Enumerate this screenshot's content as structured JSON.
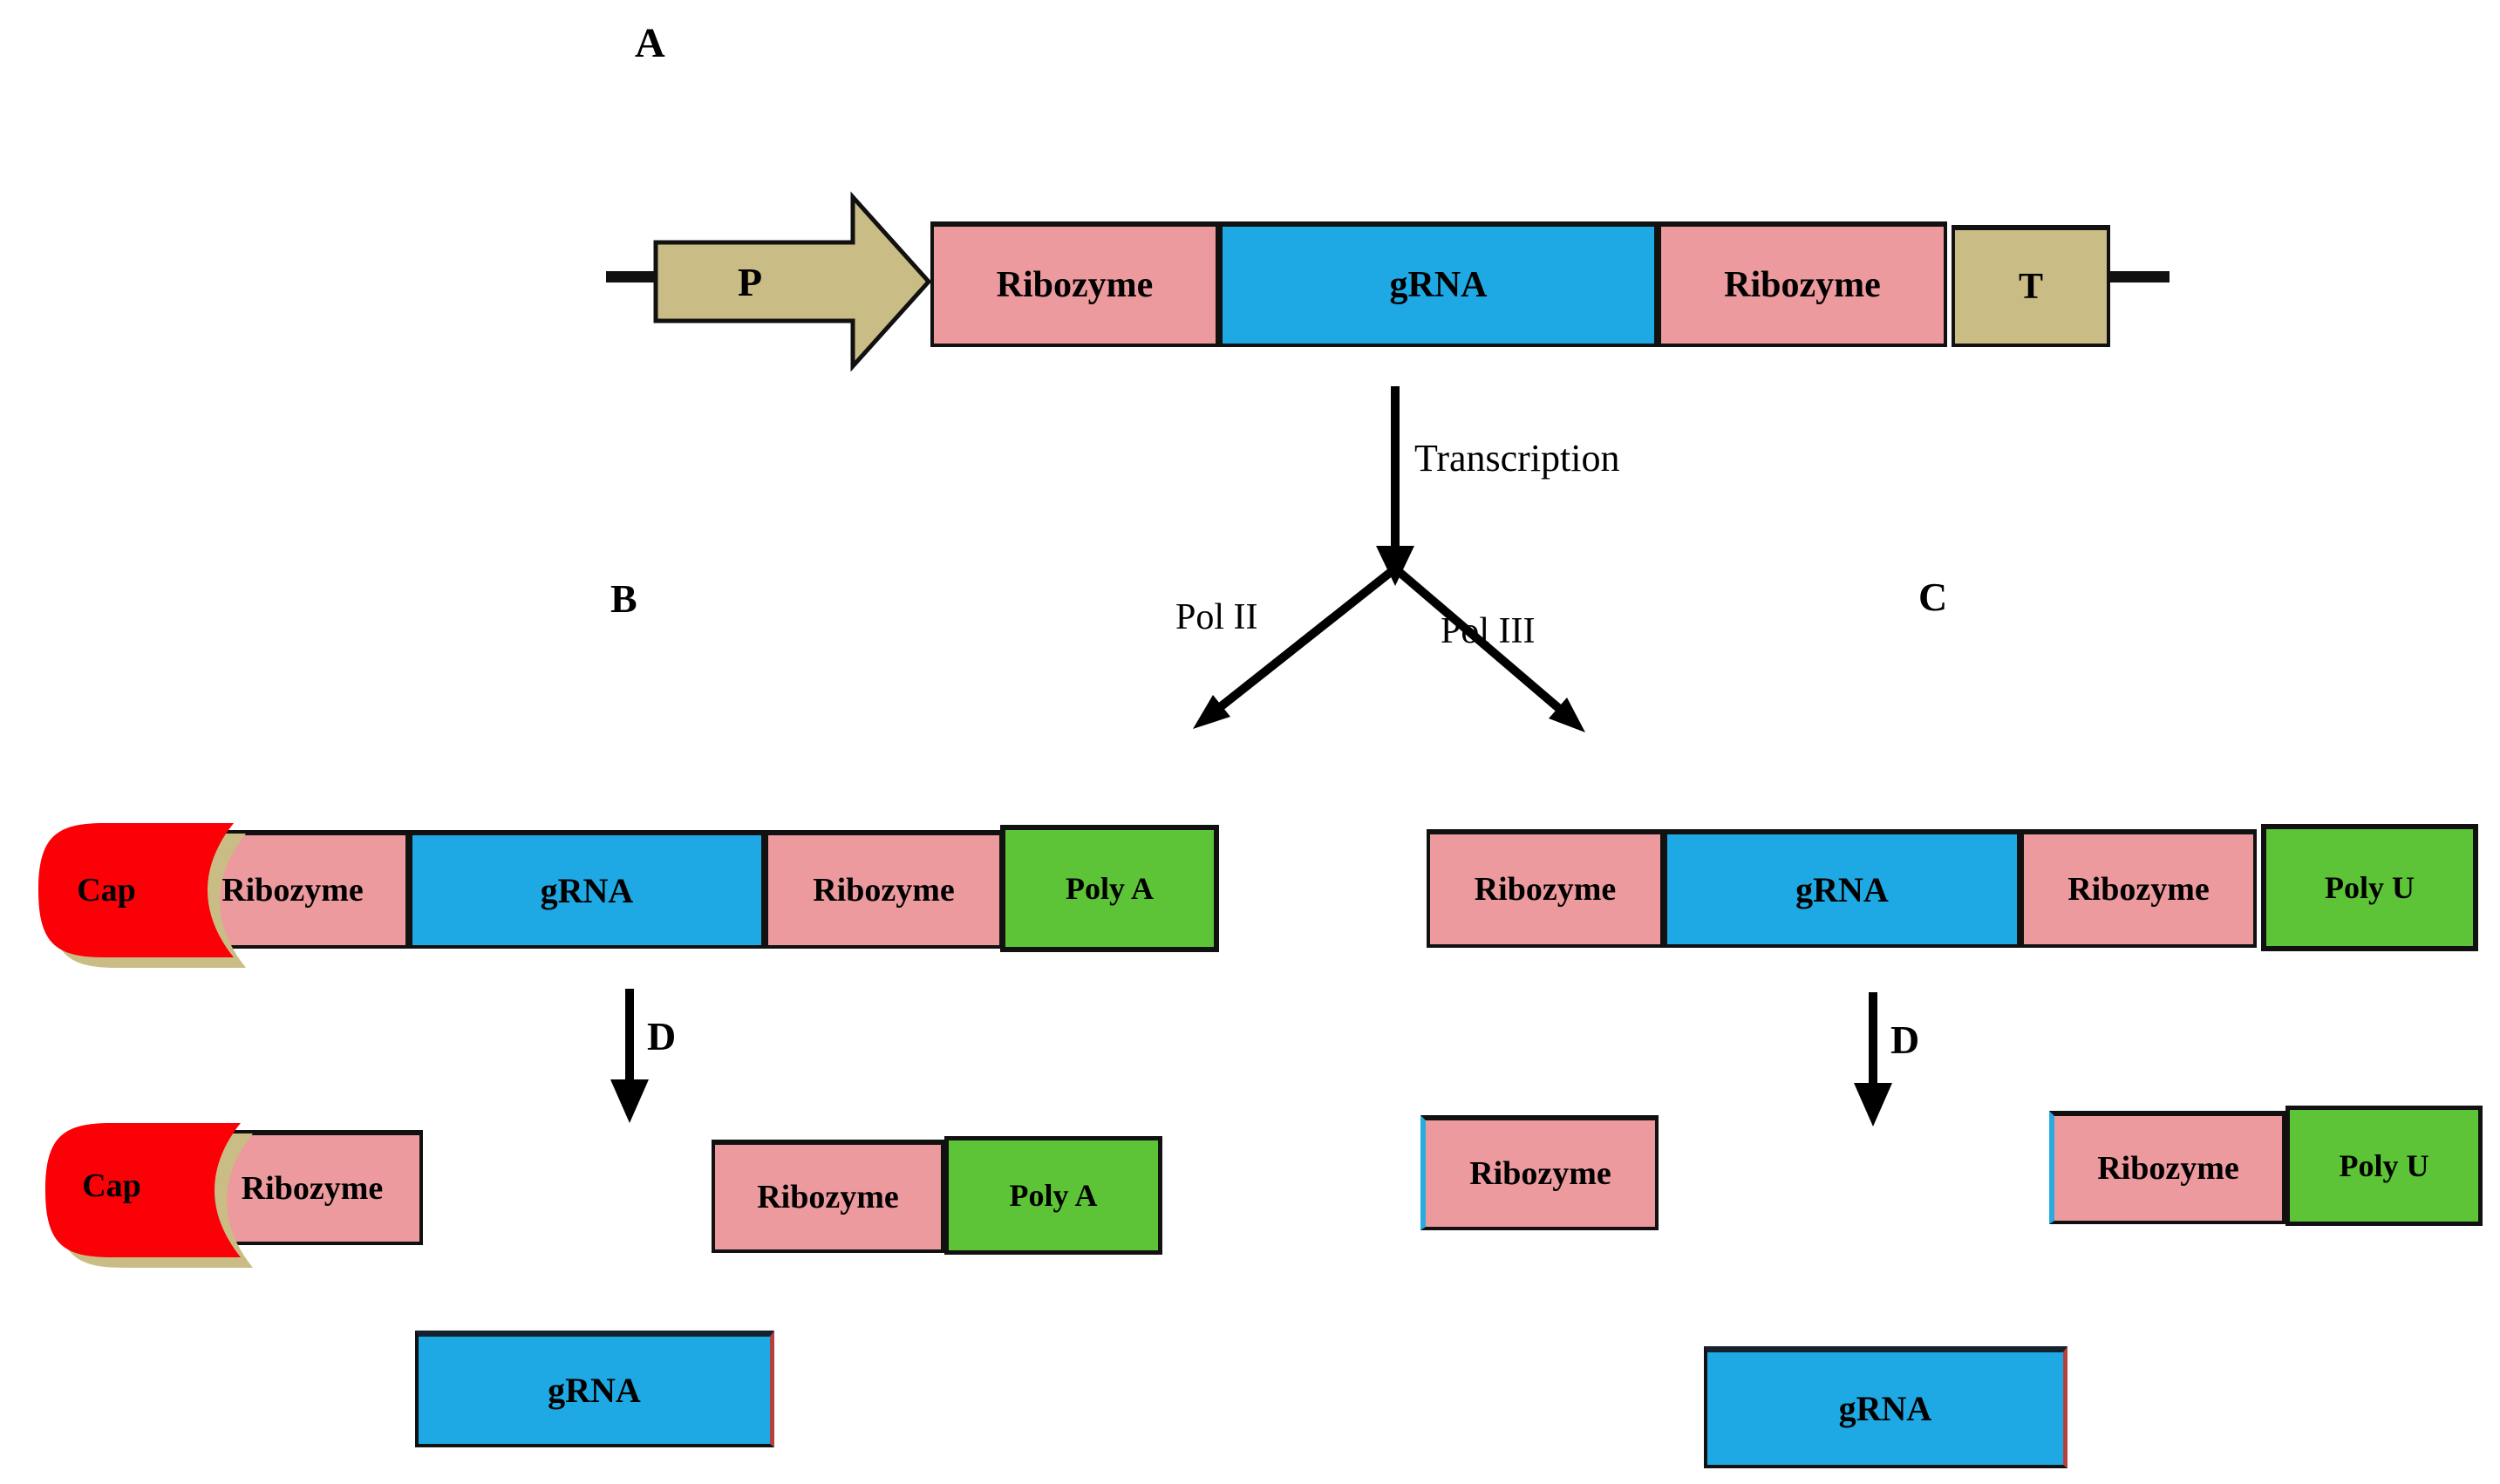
{
  "labels": {
    "panel_a": "A",
    "panel_b": "B",
    "panel_c": "C",
    "cleave_left": "D",
    "cleave_right": "D"
  },
  "dna_construct": {
    "promoter": "P",
    "ribozyme_5": "Ribozyme",
    "grna": "gRNA",
    "ribozyme_3": "Ribozyme",
    "terminator": "T"
  },
  "transcription": {
    "label": "Transcription",
    "left_branch": "Pol II",
    "right_branch": "Pol III"
  },
  "pol2_transcript": {
    "cap": "Cap",
    "ribozyme_5": "Ribozyme",
    "grna": "gRNA",
    "ribozyme_3": "Ribozyme",
    "tail": "Poly A"
  },
  "pol3_transcript": {
    "ribozyme_5": "Ribozyme",
    "grna": "gRNA",
    "ribozyme_3": "Ribozyme",
    "tail": "Poly U"
  },
  "pol2_products": {
    "cap": "Cap",
    "cap_ribozyme": "Ribozyme",
    "ribozyme_3": "Ribozyme",
    "tail": "Poly A",
    "grna": "gRNA"
  },
  "pol3_products": {
    "ribozyme_5": "Ribozyme",
    "ribozyme_3": "Ribozyme",
    "tail": "Poly U",
    "grna": "gRNA"
  },
  "colors": {
    "promoter_tan": "#c9bd85",
    "ribozyme_pink": "#ec9a9e",
    "grna_blue": "#1ea9e4",
    "tail_green": "#5cc436",
    "cap_red": "#fb0007",
    "outline_black": "#111111"
  }
}
